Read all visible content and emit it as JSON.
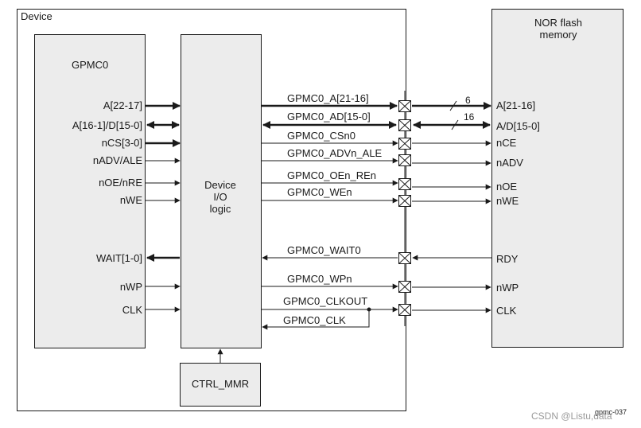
{
  "device": {
    "label": "Device"
  },
  "gpmc": {
    "title": "GPMC0",
    "pins": {
      "a_22_17": "A[22-17]",
      "a_16_1": "A[16-1]/D[15-0]",
      "ncs": "nCS[3-0]",
      "nadv": "nADV/ALE",
      "noe": "nOE/nRE",
      "nwe": "nWE",
      "wait": "WAIT[1-0]",
      "nwp": "nWP",
      "clk": "CLK"
    }
  },
  "io_logic": {
    "line1": "Device",
    "line2": "I/O",
    "line3": "logic"
  },
  "ctrl_mmr": {
    "label": "CTRL_MMR"
  },
  "signals": {
    "a21_16": "GPMC0_A[21-16]",
    "ad15_0": "GPMC0_AD[15-0]",
    "csn0": "GPMC0_CSn0",
    "advn_ale": "GPMC0_ADVn_ALE",
    "oen_ren": "GPMC0_OEn_REn",
    "wen": "GPMC0_WEn",
    "wait0": "GPMC0_WAIT0",
    "wpn": "GPMC0_WPn",
    "clkout": "GPMC0_CLKOUT",
    "clk": "GPMC0_CLK"
  },
  "bus_widths": {
    "addr": "6",
    "data": "16"
  },
  "nor": {
    "title_line1": "NOR flash",
    "title_line2": "memory",
    "pins": {
      "a21_16": "A[21-16]",
      "ad15_0": "A/D[15-0]",
      "nce": "nCE",
      "nadv": "nADV",
      "noe": "nOE",
      "nwe": "nWE",
      "rdy": "RDY",
      "nwp": "nWP",
      "clk": "CLK"
    }
  },
  "figure_id": "gpmc-037",
  "watermark": "CSDN @Listu,data",
  "colors": {
    "block_fill": "#ececec",
    "line": "#1a1a1a",
    "watermark": "#9a9a9a"
  }
}
